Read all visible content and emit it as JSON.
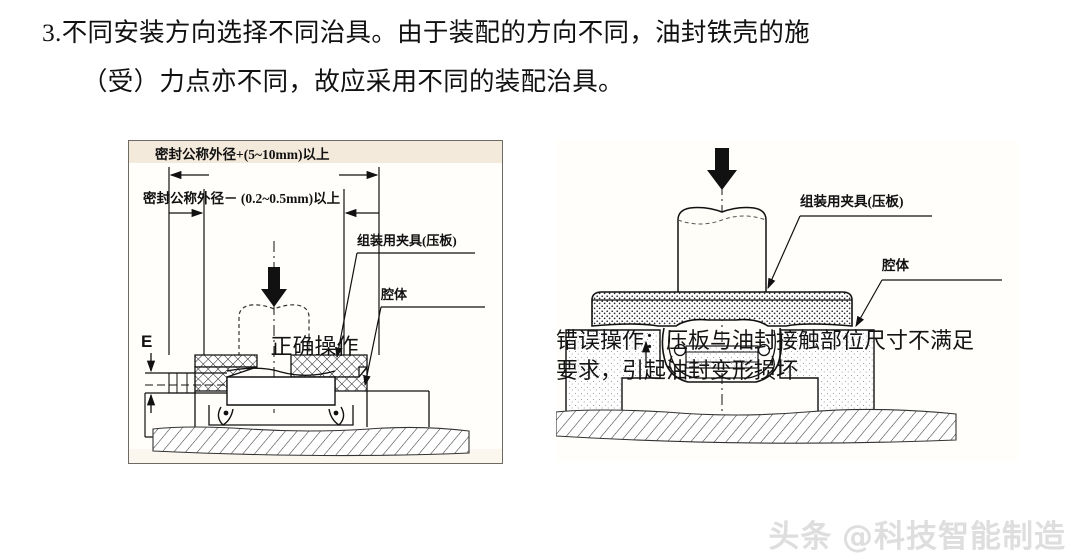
{
  "header": {
    "line1": "3.不同安装方向选择不同治具。由于装配的方向不同，油封铁壳的施",
    "line2": "（受）力点亦不同，故应采用不同的装配治具。"
  },
  "left_figure": {
    "dim_top": "密封公称外径+(5~10mm)以上",
    "dim_bottom": "密封公称外径－ (0.2~0.5mm)以上",
    "label_fixture": "组装用夹具(压板)",
    "label_cavity": "腔体",
    "label_e": "E",
    "caption": "正确操作"
  },
  "right_figure": {
    "label_fixture": "组装用夹具(压板)",
    "label_cavity": "腔体",
    "caption_line1": "错误操作：压板与油封接触部位尺寸不满足",
    "caption_line2": "要求，引起油封变形损坏"
  },
  "watermark": {
    "prefix": "头条",
    "at": "@",
    "name": "科技智能制造"
  },
  "colors": {
    "cream_band": "#f4eadb",
    "panel_border": "#6d6a63",
    "ink": "#111111",
    "watermark": "#dedede"
  }
}
